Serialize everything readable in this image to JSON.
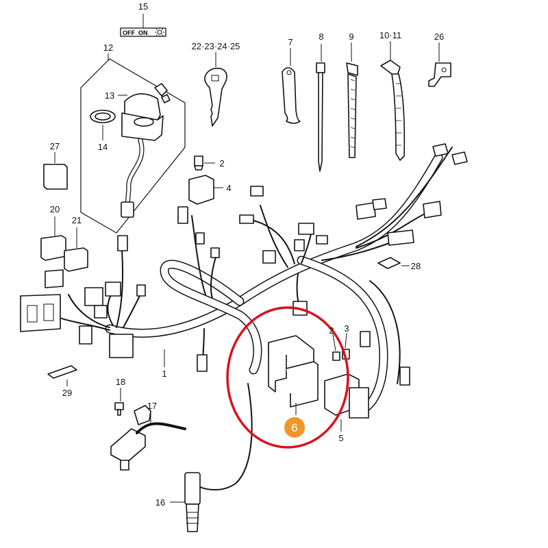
{
  "colors": {
    "highlight_circle": "#d8121b",
    "badge": "#f0962a",
    "line": "#111111",
    "background": "#ffffff"
  },
  "switch_plate": {
    "off": "OFF",
    "on": "ON"
  },
  "highlighted_part": {
    "number": "6"
  },
  "callouts": [
    {
      "id": "p15",
      "text": "15"
    },
    {
      "id": "p12",
      "text": "12"
    },
    {
      "id": "p13",
      "text": "13"
    },
    {
      "id": "p14",
      "text": "14"
    },
    {
      "id": "p22",
      "text": "22·23·24·25"
    },
    {
      "id": "p7",
      "text": "7"
    },
    {
      "id": "p8",
      "text": "8"
    },
    {
      "id": "p9",
      "text": "9"
    },
    {
      "id": "p10",
      "text": "10·11"
    },
    {
      "id": "p26",
      "text": "26"
    },
    {
      "id": "p27",
      "text": "27"
    },
    {
      "id": "p2a",
      "text": "2"
    },
    {
      "id": "p4",
      "text": "4"
    },
    {
      "id": "p20",
      "text": "20"
    },
    {
      "id": "p21",
      "text": "21"
    },
    {
      "id": "p28",
      "text": "28"
    },
    {
      "id": "p2b",
      "text": "2"
    },
    {
      "id": "p3",
      "text": "3"
    },
    {
      "id": "p5",
      "text": "5"
    },
    {
      "id": "p1",
      "text": "1"
    },
    {
      "id": "p29",
      "text": "29"
    },
    {
      "id": "p18",
      "text": "18"
    },
    {
      "id": "p17",
      "text": "17"
    },
    {
      "id": "p16",
      "text": "16"
    }
  ]
}
